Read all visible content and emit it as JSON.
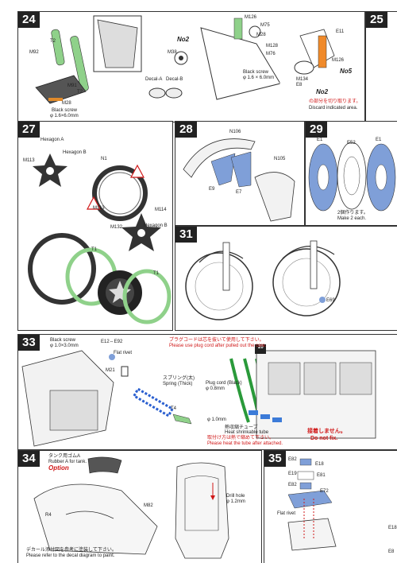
{
  "steps": {
    "s24": {
      "num": "24",
      "labels": {
        "m92": "M92",
        "t2a": "T2",
        "t2b": "T2",
        "m91": "M91",
        "m28": "M28",
        "screw": "Black screw",
        "screw_size": "φ 1.6×6.0mm",
        "decal_a": "Decal-A",
        "decal_b": "Decal-B",
        "m38": "M38",
        "no2a": "No2",
        "m126": "M126",
        "m75": "M75",
        "m28b": "M28",
        "m128": "M128",
        "m76": "M76",
        "screw2": "Black screw",
        "screw2_size": "φ 1.6 × 6.0mm",
        "e11": "E11",
        "m126b": "M126",
        "m134": "M134",
        "e8": "E8",
        "no2b": "No2",
        "no5": "No5",
        "discard_jp": "の部分を切り取ります。",
        "discard_en": "Discard indicated area."
      }
    },
    "s25": {
      "num": "25"
    },
    "s27": {
      "num": "27",
      "labels": {
        "hexA": "Hexagon A",
        "m113": "M113",
        "hexB": "Hexagon B",
        "n1": "N1",
        "m113b": "M113",
        "m132": "M132",
        "hexB2": "Hexagon B",
        "t1a": "T1",
        "t1b": "T1",
        "m114": "M114"
      }
    },
    "s28": {
      "num": "28",
      "labels": {
        "n106": "N106",
        "n105": "N105",
        "e9": "E9",
        "e7": "E7"
      }
    },
    "s29": {
      "num": "29",
      "labels": {
        "e1a": "E1",
        "e52": "E52",
        "e1b": "E1",
        "make_jp": "2個作ります。",
        "make_en": "Make 2 each."
      }
    },
    "s31": {
      "num": "31",
      "labels": {
        "e69": "E69"
      }
    },
    "s33": {
      "num": "33",
      "labels": {
        "screw": "Black screw",
        "screw_size": "φ 1.0×3.0mm",
        "e12": "E12⇔E92",
        "flat": "Flat rivet",
        "m21": "M21",
        "spring_jp": "スプリング(太)",
        "spring_en": "Spring (Thick)",
        "t4": "T4",
        "plug": "Plug cord (Black)",
        "plug_size": "φ 0.8mm",
        "n20": "20",
        "note_jp": "プラグコードは芯を抜いて使用して下さい。",
        "note_en": "Please use plug cord after pulled out the core.",
        "dia": "φ 1.0mm",
        "tube_jp": "熱収縮チューブ",
        "tube_en": "Heat shrinkable tube",
        "tube_note_jp": "取付け方は熱で縮めて下さい。",
        "tube_note_en": "Please heat the tube after attached.",
        "nofix_jp": "接着しません。",
        "nofix_en": "Do not fix."
      }
    },
    "s34": {
      "num": "34",
      "labels": {
        "tank_jp": "タンク用ゴムA",
        "tank_en": "Rubber A for tank.",
        "option": "Option",
        "r4": "R4",
        "m82": "M82",
        "drill": "Drill hole",
        "drill_size": "φ 1.2mm",
        "decal_jp": "デカール添付図を参考に塗装して下さい。",
        "decal_en": "Please refer to the decal diagram to paint."
      }
    },
    "s35": {
      "num": "35",
      "labels": {
        "e82": "E82",
        "e18": "E18",
        "e19": "E19",
        "e81": "E81",
        "e82b": "E82",
        "e72": "E72",
        "flat": "Flat rivet",
        "e18b": "E18",
        "e8": "E8"
      }
    }
  },
  "colors": {
    "green": "#8fd18a",
    "blue": "#7f9fd8",
    "red": "#d01818",
    "line": "#333333"
  }
}
